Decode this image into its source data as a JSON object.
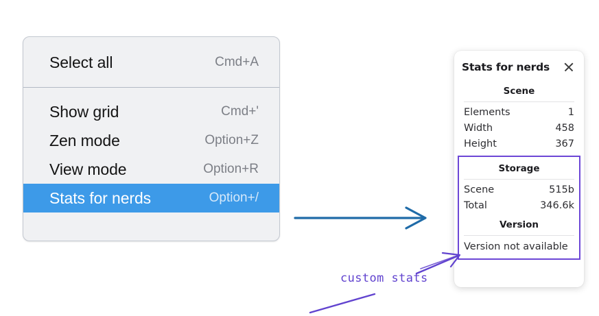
{
  "context_menu": {
    "groups": [
      {
        "items": [
          {
            "label": "Select all",
            "shortcut": "Cmd+A",
            "selected": false
          }
        ]
      },
      {
        "items": [
          {
            "label": "Show grid",
            "shortcut": "Cmd+'",
            "selected": false
          },
          {
            "label": "Zen mode",
            "shortcut": "Option+Z",
            "selected": false
          },
          {
            "label": "View mode",
            "shortcut": "Option+R",
            "selected": false
          },
          {
            "label": "Stats for nerds",
            "shortcut": "Option+/",
            "selected": true
          }
        ]
      }
    ],
    "selected_background": "#3d9ae8",
    "background": "#f0f1f3"
  },
  "stats_panel": {
    "title": "Stats for nerds",
    "close_icon": "close-icon",
    "scene": {
      "heading": "Scene",
      "rows": [
        {
          "label": "Elements",
          "value": "1"
        },
        {
          "label": "Width",
          "value": "458"
        },
        {
          "label": "Height",
          "value": "367"
        }
      ]
    },
    "storage": {
      "heading": "Storage",
      "rows": [
        {
          "label": "Scene",
          "value": "515b"
        },
        {
          "label": "Total",
          "value": "346.6k"
        }
      ]
    },
    "version": {
      "heading": "Version",
      "note": "Version not available"
    },
    "highlight_color": "#6c46d6"
  },
  "annotations": {
    "label": "custom stats",
    "label_color": "#6143cf",
    "blue_arrow_color": "#1f6ba8",
    "purple_arrow_color": "#6143cf"
  }
}
